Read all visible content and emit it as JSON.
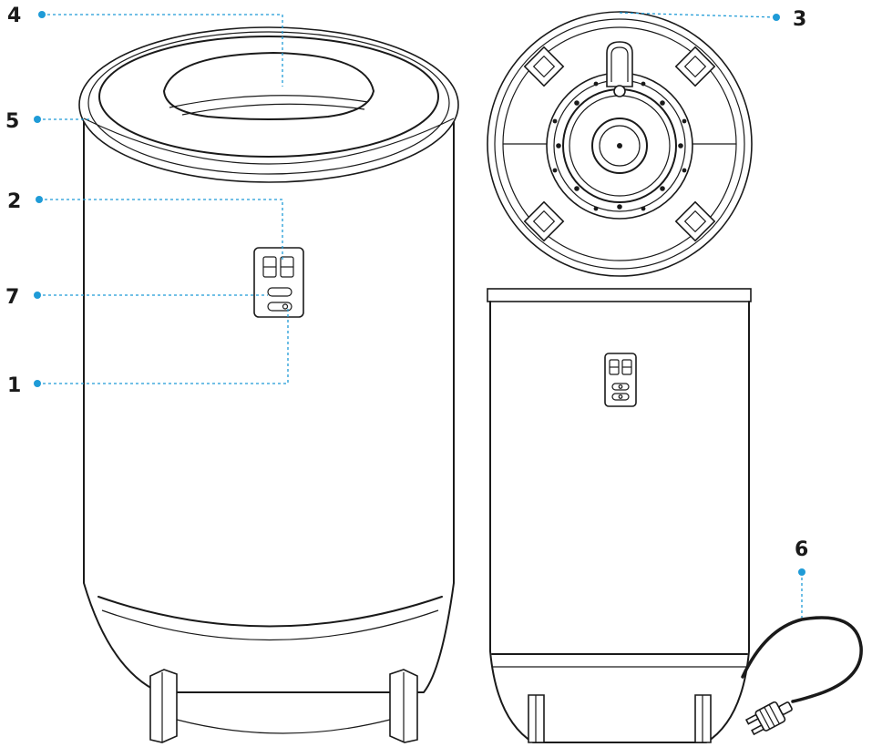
{
  "callouts": {
    "c1": "1",
    "c2": "2",
    "c3": "3",
    "c4": "4",
    "c5": "5",
    "c6": "6",
    "c7": "7"
  },
  "colors": {
    "leader": "#1f9bd7",
    "line_art": "#1a1a1a",
    "background": "#ffffff"
  },
  "icons": {
    "display": "seven-segment-display-icon",
    "button": "power-button-icon",
    "plug": "power-plug-icon"
  }
}
